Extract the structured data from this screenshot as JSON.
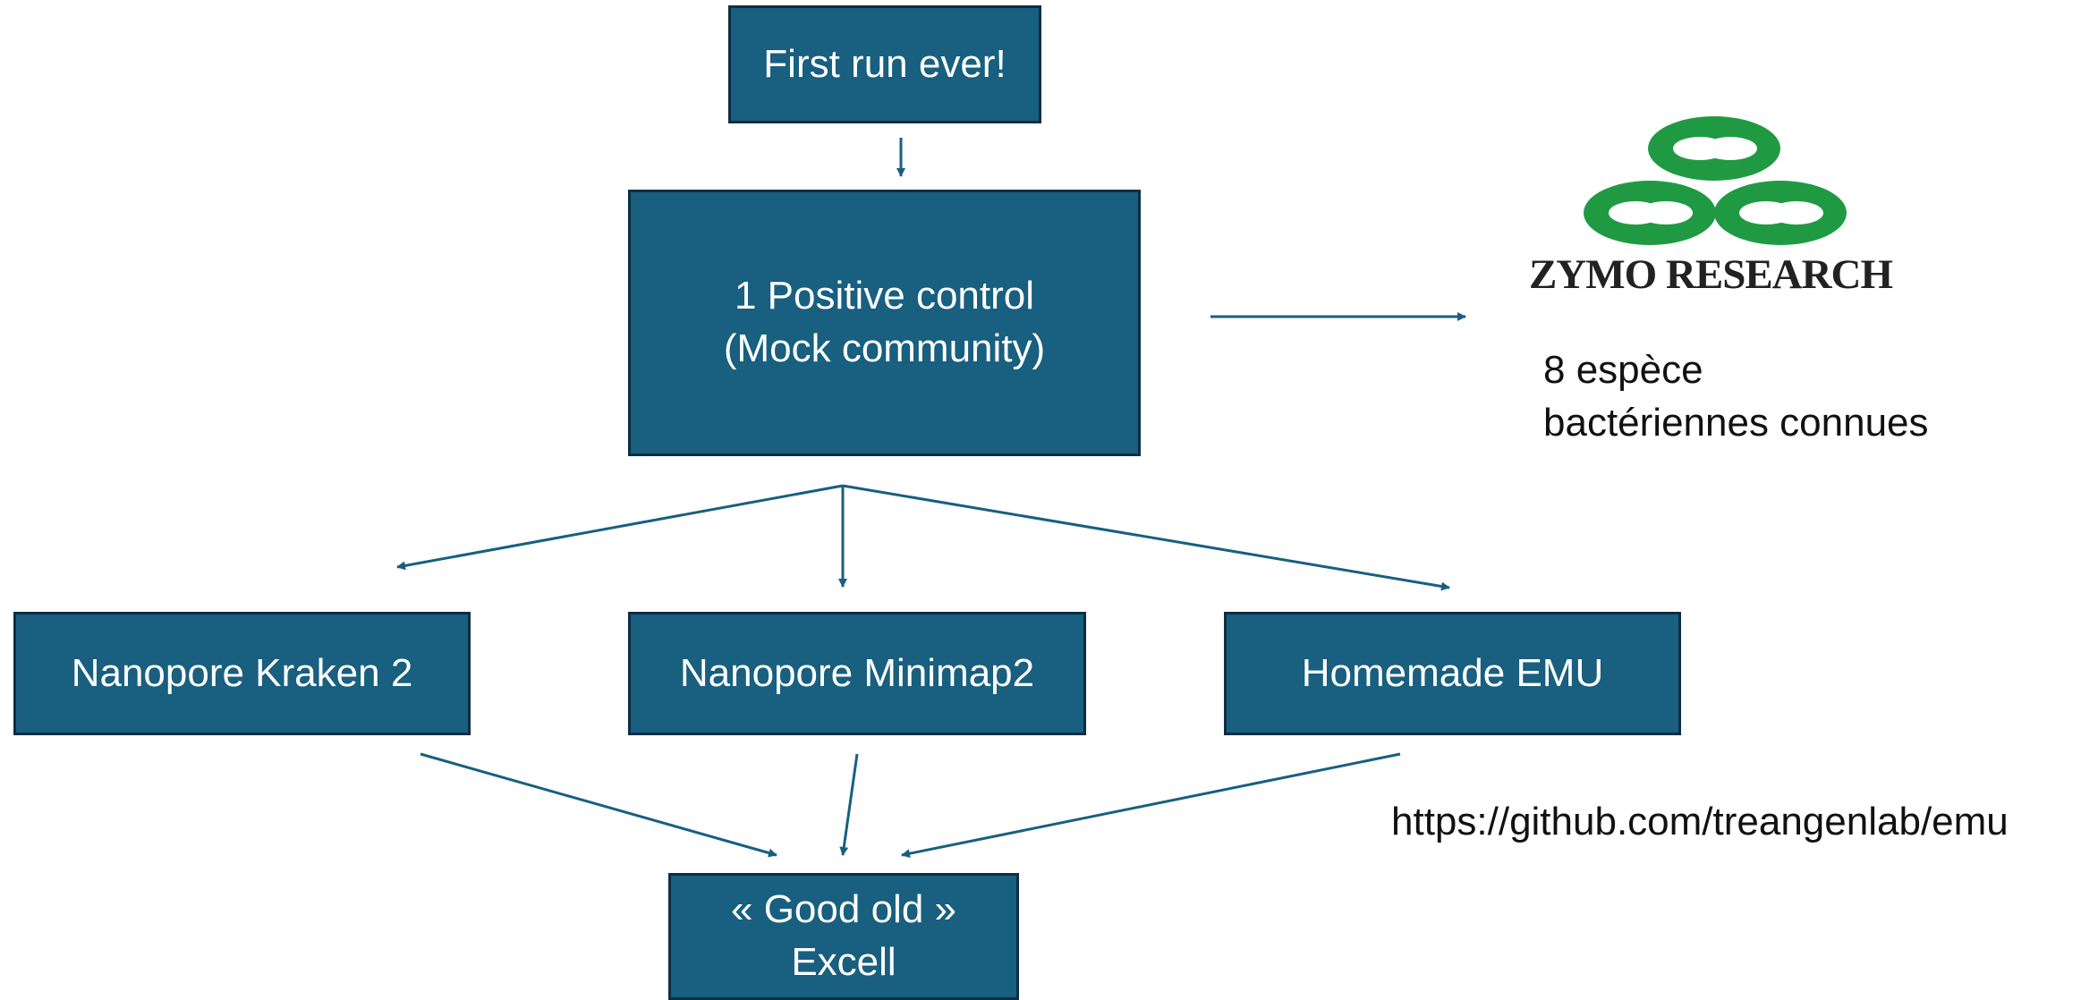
{
  "colors": {
    "box_fill": "#185f80",
    "box_border": "#0d2e44",
    "arrow": "#185f80",
    "logo_green": "#1f9a43",
    "logo_text": "#222222"
  },
  "nodes": {
    "first_run": "First run ever!",
    "positive_control": [
      "1 Positive control",
      "(Mock community)"
    ],
    "kraken": "Nanopore Kraken 2",
    "minimap": "Nanopore Minimap2",
    "emu": "Homemade EMU",
    "excel": [
      "« Good old »",
      "Excell"
    ]
  },
  "logo": {
    "text": "ZYMO RESEARCH",
    "icon": "zymo-research-logo"
  },
  "annotations": {
    "species": [
      "8 espèce",
      "bactériennes connues"
    ],
    "url": "https://github.com/treangenlab/emu"
  },
  "edges": [
    {
      "from": "first_run",
      "to": "positive_control"
    },
    {
      "from": "positive_control",
      "to": "zymo_logo"
    },
    {
      "from": "positive_control",
      "to": "kraken"
    },
    {
      "from": "positive_control",
      "to": "minimap"
    },
    {
      "from": "positive_control",
      "to": "emu"
    },
    {
      "from": "kraken",
      "to": "excel"
    },
    {
      "from": "minimap",
      "to": "excel"
    },
    {
      "from": "emu",
      "to": "excel"
    }
  ]
}
